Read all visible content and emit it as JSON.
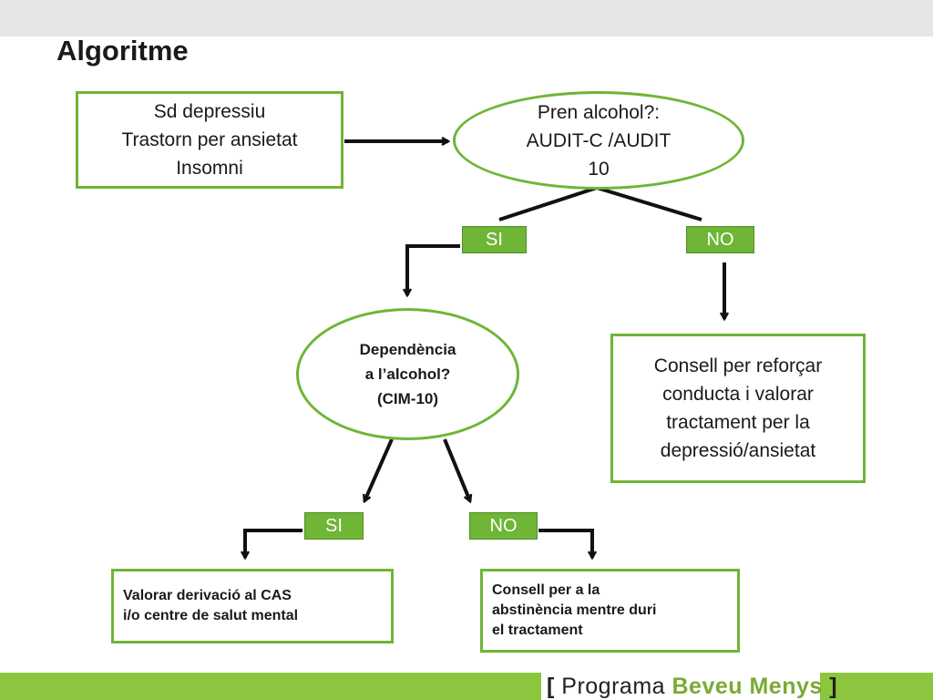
{
  "title": "Algoritme",
  "nodes": {
    "symptoms": "Sd depressiu\nTrastorn per ansietat\nInsomni",
    "alcohol_question": "Pren alcohol?:\nAUDIT-C /AUDIT\n10",
    "dependence_question": "Dependència\na l’alcohol?\n(CIM-10)",
    "advice_reinforce": "Consell per reforçar\nconducta i valorar\ntractament per la\ndepressió/ansietat",
    "referral": "Valorar derivació al CAS\ni/o centre de salut mental",
    "abstinence_advice": "Consell per a la\nabstinència mentre duri\nel tractament"
  },
  "labels": {
    "yes_1": "SI",
    "no_1": "NO",
    "yes_2": "SI",
    "no_2": "NO"
  },
  "footer": {
    "open_bracket": "[",
    "program": "Programa",
    "highlight": "Beveu Menys",
    "close_bracket": "]"
  },
  "colors": {
    "accent_green": "#6fb536",
    "footer_green": "#8cc63f",
    "top_bar": "#e6e6e6"
  }
}
